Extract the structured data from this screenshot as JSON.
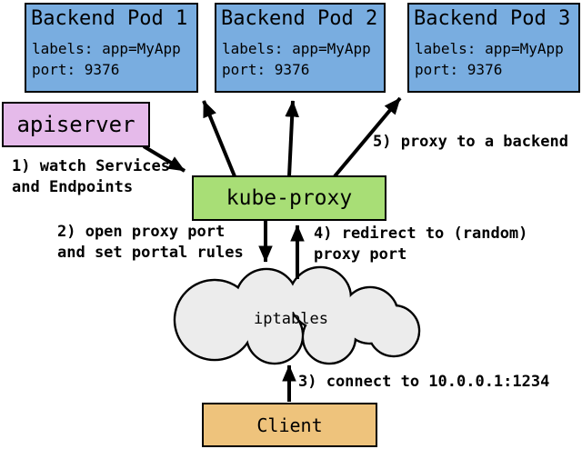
{
  "diagram": {
    "backend_pods": [
      {
        "title": "Backend Pod 1",
        "labels_line": "labels: app=MyApp",
        "port_line": "port: 9376"
      },
      {
        "title": "Backend Pod 2",
        "labels_line": "labels: app=MyApp",
        "port_line": "port: 9376"
      },
      {
        "title": "Backend Pod 3",
        "labels_line": "labels: app=MyApp",
        "port_line": "port: 9376"
      }
    ],
    "apiserver_label": "apiserver",
    "kube_proxy_label": "kube-proxy",
    "iptables_label": "iptables",
    "client_label": "Client",
    "steps": {
      "step1": "1) watch Services\nand Endpoints",
      "step2": "2) open proxy port\nand set portal rules",
      "step3": "3) connect to 10.0.0.1:1234",
      "step4": "4) redirect to (random)\nproxy port",
      "step5": "5) proxy to a backend"
    },
    "colors": {
      "pod_fill": "#79ADE0",
      "apiserver_fill": "#E5BAEA",
      "kube_proxy_fill": "#A8DE76",
      "client_fill": "#EEC37C",
      "cloud_fill": "#ECECEC",
      "line": "#000000"
    }
  }
}
